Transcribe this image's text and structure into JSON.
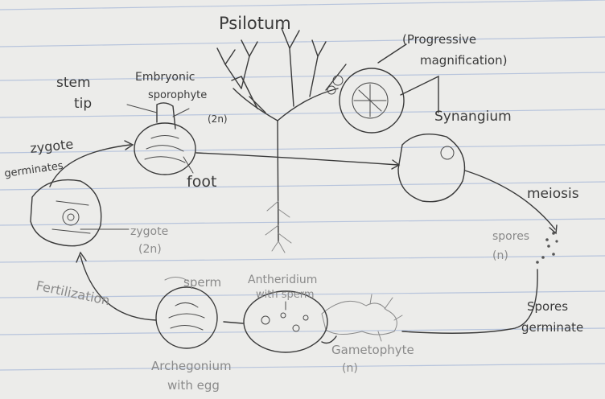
{
  "title": "Psilotum",
  "labels": {
    "progressive": "(Progressive",
    "magnification": "magnification)",
    "synangium": "Synangium",
    "meiosis": "meiosis",
    "spores": "spores",
    "spores_n": "(n)",
    "spores_germinate_1": "Spores",
    "spores_germinate_2": "germinate",
    "gametophyte": "Gametophyte",
    "gametophyte_n": "(n)",
    "antheridium_1": "Antheridium",
    "antheridium_2": "with sperm",
    "sperm": "sperm",
    "archegonium_1": "Archegonium",
    "archegonium_2": "with egg",
    "fertilization": "Fertilization",
    "zygote": "zygote",
    "zygote_2n": "(2n)",
    "zygote_germinates_1": "zygote",
    "zygote_germinates_2": "germinates",
    "stem_tip_1": "stem",
    "stem_tip_2": "tip",
    "embryonic_sporophyte_1": "Embryonic",
    "embryonic_sporophyte_2": "sporophyte",
    "embryonic_sporophyte_3": "(2n)",
    "foot": "foot"
  }
}
